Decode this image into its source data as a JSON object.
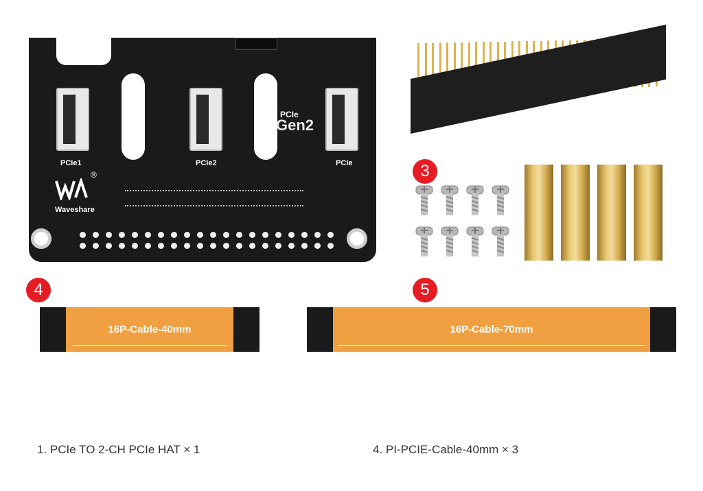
{
  "board": {
    "labels": {
      "pcie1": "PCIe1",
      "pcie2": "PCIe2",
      "pcie": "PCIe",
      "gen_small": "PCIe",
      "gen_big": "Gen2",
      "brand": "Waveshare",
      "registered": "®"
    }
  },
  "badges": {
    "b3": "3",
    "b4": "4",
    "b5": "5"
  },
  "cables": {
    "short": "16P-Cable-40mm",
    "long": "16P-Cable-70mm"
  },
  "captions": {
    "left": "1.  PCIe TO 2-CH PCIe HAT × 1",
    "right": "4.  PI-PCIE-Cable-40mm × 3"
  },
  "colors": {
    "board": "#1a1a1a",
    "cable": "#f0a040",
    "badge": "#e51c23",
    "brass": "#d3ab50"
  }
}
